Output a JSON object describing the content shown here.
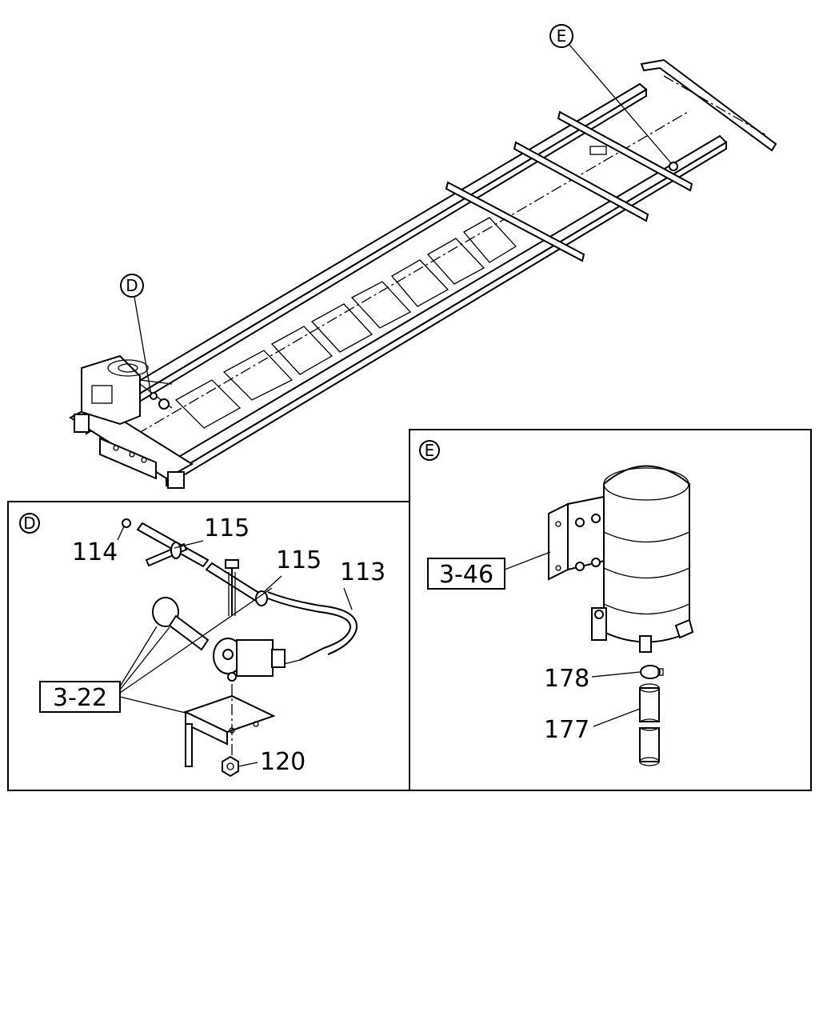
{
  "callouts": {
    "detail_d": "D",
    "detail_e": "E"
  },
  "detail_d": {
    "tag": "D",
    "parts": {
      "p114": "114",
      "p115a": "115",
      "p115b": "115",
      "p113": "113",
      "p120": "120"
    },
    "ref": "3-22"
  },
  "detail_e": {
    "tag": "E",
    "parts": {
      "p178": "178",
      "p177": "177"
    },
    "ref": "3-46"
  }
}
